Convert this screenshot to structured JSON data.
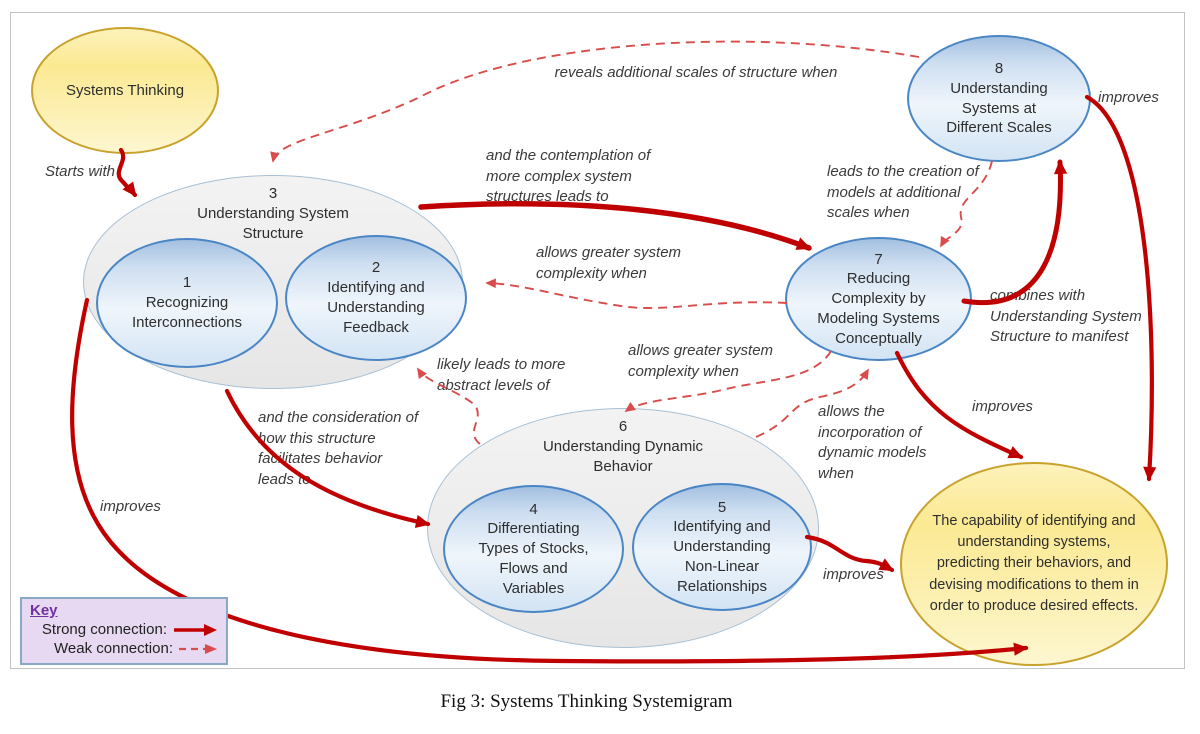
{
  "figure": {
    "caption": "Fig 3: Systems Thinking Systemigram"
  },
  "key": {
    "title": "Key",
    "strong_label": "Strong connection:",
    "weak_label": "Weak connection:"
  },
  "colors": {
    "strong_connection": "#c00000",
    "weak_connection": "#d94c4c",
    "blue_node_border": "#4a86c5",
    "yellow_node_border": "#c8a22c",
    "gray_node_fill": "#ededed",
    "key_background": "#e7d9f1",
    "key_title_purple": "#7030a0"
  },
  "nodes": {
    "systems_thinking": {
      "label": "Systems Thinking"
    },
    "understanding_system_structure": {
      "number": "3",
      "label": "Understanding System Structure"
    },
    "recognizing_interconnections": {
      "number": "1",
      "label": "Recognizing Interconnections"
    },
    "identifying_understanding_feedback": {
      "number": "2",
      "label": "Identifying and Understanding Feedback"
    },
    "understanding_dynamic_behavior": {
      "number": "6",
      "label": "Understanding Dynamic Behavior"
    },
    "differentiating_stocks_flows_variables": {
      "number": "4",
      "label": "Differentiating Types of Stocks, Flows and Variables"
    },
    "identifying_nonlinear_relationships": {
      "number": "5",
      "label": "Identifying and Understanding Non-Linear Relationships"
    },
    "reducing_complexity_modeling": {
      "number": "7",
      "label": "Reducing Complexity by Modeling Systems Conceptually"
    },
    "understanding_systems_different_scales": {
      "number": "8",
      "label": "Understanding Systems at Different Scales"
    },
    "capability": {
      "label": "The capability of identifying and understanding systems, predicting their behaviors, and devising modifications to them in order to produce desired effects."
    }
  },
  "connections": [
    {
      "from": "systems_thinking",
      "to": "understanding_system_structure",
      "type": "strong",
      "label": "Starts with"
    },
    {
      "from": "understanding_systems_different_scales",
      "to": "understanding_system_structure",
      "type": "weak",
      "label": "reveals additional scales of structure when"
    },
    {
      "from": "understanding_system_structure",
      "to": "reducing_complexity_modeling",
      "type": "strong",
      "label": "and the contemplation of more complex system structures leads to"
    },
    {
      "from": "understanding_systems_different_scales",
      "to": "reducing_complexity_modeling",
      "type": "weak",
      "label": "leads to the creation of models at additional scales when"
    },
    {
      "from": "reducing_complexity_modeling",
      "to": "identifying_understanding_feedback",
      "type": "weak",
      "label": "allows greater system complexity when"
    },
    {
      "from": "reducing_complexity_modeling",
      "to": "understanding_dynamic_behavior",
      "type": "weak",
      "label": "allows greater system complexity when"
    },
    {
      "from": "understanding_dynamic_behavior",
      "to": "reducing_complexity_modeling",
      "type": "weak",
      "label": "allows the incorporation of dynamic models when"
    },
    {
      "from": "understanding_dynamic_behavior",
      "to": "identifying_understanding_feedback",
      "type": "weak",
      "label": "likely leads to more abstract levels of"
    },
    {
      "from": "understanding_system_structure",
      "to": "understanding_dynamic_behavior",
      "type": "strong",
      "label": "and the consideration of how this structure facilitates behavior leads to"
    },
    {
      "from": "understanding_system_structure",
      "to": "capability",
      "type": "strong",
      "label": "improves"
    },
    {
      "from": "identifying_nonlinear_relationships",
      "to": "capability",
      "type": "strong",
      "label": "improves"
    },
    {
      "from": "reducing_complexity_modeling",
      "to": "capability",
      "type": "strong",
      "label": "improves"
    },
    {
      "from": "reducing_complexity_modeling",
      "to": "understanding_systems_different_scales",
      "type": "strong",
      "label": "combines with Understanding System Structure to manifest"
    },
    {
      "from": "understanding_systems_different_scales",
      "to": "capability",
      "type": "strong",
      "label": "improves"
    }
  ]
}
